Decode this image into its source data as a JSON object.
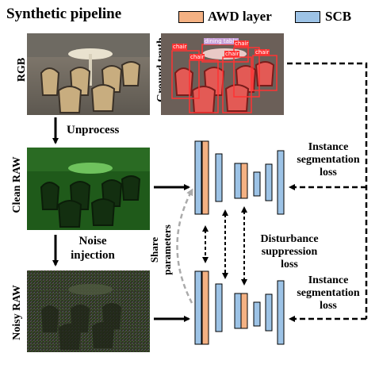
{
  "title": "Synthetic pipeline",
  "legend": {
    "awd": {
      "label": "AWD layer",
      "color": "#F4B183"
    },
    "scb": {
      "label": "SCB",
      "color": "#9DC3E6"
    }
  },
  "images": {
    "rgb": "RGB",
    "ground_truth": "Ground truth",
    "clean_raw": "Clean RAW",
    "noisy_raw": "Noisy RAW"
  },
  "steps": {
    "unprocess": "Unprocess",
    "noise_line1": "Noise",
    "noise_line2": "injection"
  },
  "share_params": {
    "line1": "Share",
    "line2": "parameters"
  },
  "losses": {
    "instance_top": [
      "Instance",
      "segmentation",
      "loss"
    ],
    "disturbance": [
      "Disturbance",
      "suppression",
      "loss"
    ],
    "instance_bottom": [
      "Instance",
      "segmentation",
      "loss"
    ]
  },
  "gt_tags": [
    "chair",
    "dining table",
    "chair",
    "chair",
    "chair",
    "chair"
  ],
  "colors": {
    "arrow": "#000000",
    "share_arrow": "#aaaaaa",
    "gt_box": "#ff3333"
  }
}
